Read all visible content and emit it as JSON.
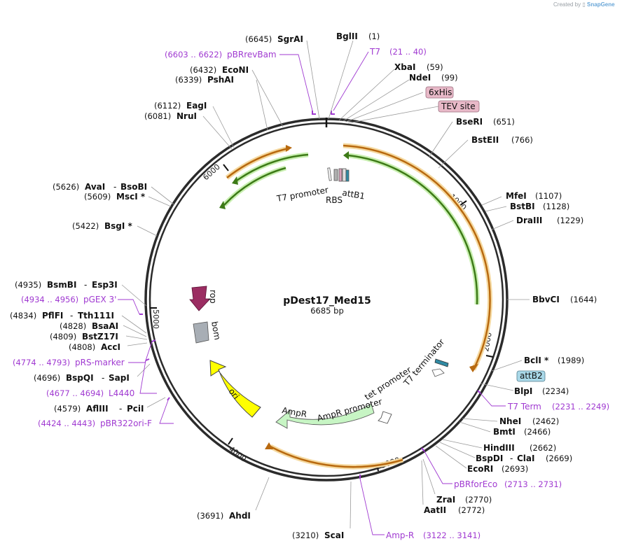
{
  "credit": {
    "prefix": "Created by",
    "brand": "SnapGene"
  },
  "plasmid": {
    "name": "pDest17_Med15",
    "length": "6685 bp"
  },
  "ticks": [
    "1000",
    "2000",
    "3000",
    "4000",
    "5000",
    "6000"
  ],
  "enzymes": [
    {
      "name": "SgrAI",
      "pos": "(6645)"
    },
    {
      "name": "BglII",
      "pos": "(1)"
    },
    {
      "name": "XbaI",
      "pos": "(59)"
    },
    {
      "name": "NdeI",
      "pos": "(99)"
    },
    {
      "name": "BseRI",
      "pos": "(651)"
    },
    {
      "name": "BstEII",
      "pos": "(766)"
    },
    {
      "name": "MfeI",
      "pos": "(1107)"
    },
    {
      "name": "BstBI",
      "pos": "(1128)"
    },
    {
      "name": "DraIII",
      "pos": "(1229)"
    },
    {
      "name": "BbvCI",
      "pos": "(1644)"
    },
    {
      "name": "BclI *",
      "pos": "(1989)"
    },
    {
      "name": "BlpI",
      "pos": "(2234)"
    },
    {
      "name": "NheI",
      "pos": "(2462)"
    },
    {
      "name": "BmtI",
      "pos": "(2466)"
    },
    {
      "name": "HindIII",
      "pos": "(2662)"
    },
    {
      "name": "BspDI",
      "pos": "(2669)",
      "alt": "ClaI"
    },
    {
      "name": "EcoRI",
      "pos": "(2693)"
    },
    {
      "name": "ZraI",
      "pos": "(2770)"
    },
    {
      "name": "AatII",
      "pos": "(2772)"
    },
    {
      "name": "ScaI",
      "pos": "(3210)"
    },
    {
      "name": "AhdI",
      "pos": "(3691)"
    },
    {
      "name": "AflIII",
      "pos": "(4579)",
      "alt": "PciI"
    },
    {
      "name": "BspQI",
      "pos": "(4696)",
      "alt": "SapI"
    },
    {
      "name": "AccI",
      "pos": "(4808)"
    },
    {
      "name": "BstZ17I",
      "pos": "(4809)"
    },
    {
      "name": "BsaAI",
      "pos": "(4828)"
    },
    {
      "name": "PflFI",
      "pos": "(4834)",
      "alt": "Tth111I"
    },
    {
      "name": "BsmBI",
      "pos": "(4935)",
      "alt": "Esp3I"
    },
    {
      "name": "BsgI *",
      "pos": "(5422)"
    },
    {
      "name": "MscI *",
      "pos": "(5609)"
    },
    {
      "name": "AvaI",
      "pos": "(5626)",
      "alt": "BsoBI"
    },
    {
      "name": "NruI",
      "pos": "(6081)"
    },
    {
      "name": "EagI",
      "pos": "(6112)"
    },
    {
      "name": "PshAI",
      "pos": "(6339)"
    },
    {
      "name": "EcoNI",
      "pos": "(6432)"
    }
  ],
  "primers": [
    {
      "name": "pBRrevBam",
      "range": "(6603 .. 6622)"
    },
    {
      "name": "T7",
      "range": "(21 .. 40)"
    },
    {
      "name": "T7 Term",
      "range": "(2231 .. 2249)"
    },
    {
      "name": "pBRforEco",
      "range": "(2713 .. 2731)"
    },
    {
      "name": "Amp-R",
      "range": "(3122 .. 3141)"
    },
    {
      "name": "pBR322ori-F",
      "range": "(4424 .. 4443)"
    },
    {
      "name": "L4440",
      "range": "(4677 .. 4694)"
    },
    {
      "name": "pRS-marker",
      "range": "(4774 .. 4793)"
    },
    {
      "name": "pGEX 3'",
      "range": "(4934 .. 4956)"
    }
  ],
  "boxed_features": [
    "6xHis",
    "TEV site",
    "attB2"
  ],
  "features": [
    "T7 promoter",
    "RBS",
    "attB1",
    "T7 terminator",
    "tet promoter",
    "AmpR promoter",
    "AmpR",
    "ori",
    "rop",
    "bom"
  ]
}
